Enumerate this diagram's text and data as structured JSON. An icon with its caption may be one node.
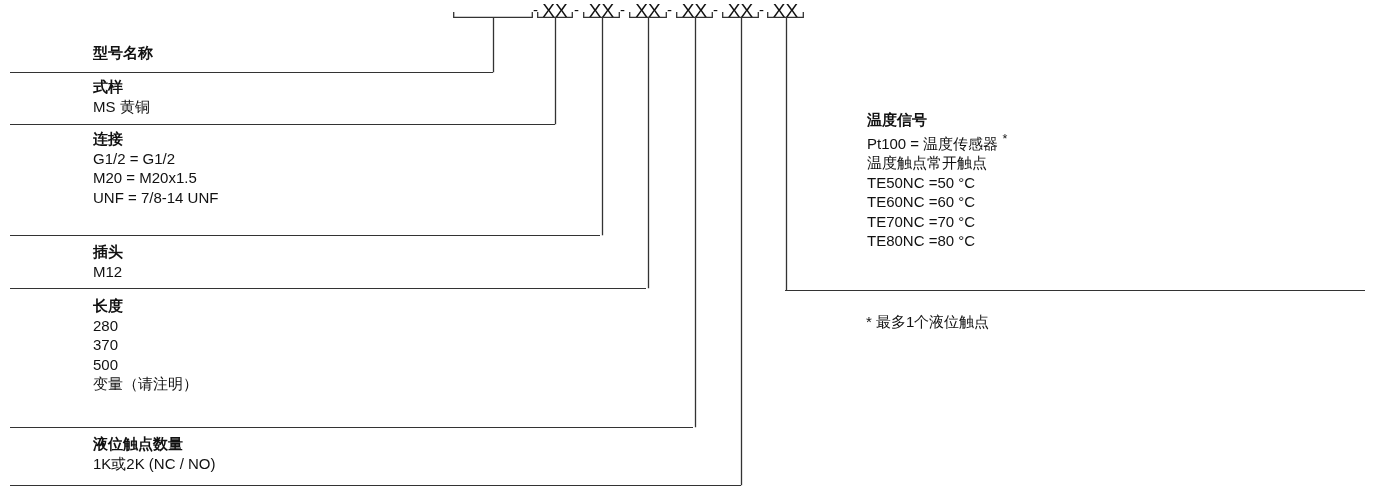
{
  "diagram": {
    "nodes": [
      {
        "text": [],
        "shape": "bracket"
      },
      {
        "text": [
          "XX"
        ]
      },
      {
        "text": [
          "XX"
        ]
      },
      {
        "text": [
          "XX"
        ]
      },
      {
        "text": [
          "XX"
        ]
      },
      {
        "text": [
          "XX"
        ]
      },
      {
        "text": [
          "XX"
        ]
      },
      {
        "text": [
          "型号名称"
        ]
      },
      {
        "text": [
          "式样",
          "MS 黄铜"
        ]
      },
      {
        "text": [
          "连接",
          "G1/2 = G1/2",
          "M20 = M20x1.5",
          "UNF = 7/8-14 UNF"
        ]
      },
      {
        "text": [
          "插头",
          "M12"
        ]
      },
      {
        "text": [
          "长度",
          "280",
          "370",
          "500",
          "变量（请注明）"
        ]
      },
      {
        "text": [
          "液位触点数量",
          "1K或2K (NC / NO)"
        ]
      },
      {
        "text": [
          "温度信号",
          "Pt100 = 温度传感器 $^{*}$",
          "温度触点常开触点",
          "TE50NC =50 °C",
          "TE60NC =60 °C",
          "TE70NC =70 °C",
          "TE80NC =80 °C"
        ]
      }
    ],
    "edges": [
      {
        "from": 0,
        "to": 7,
        "arrow": "none"
      },
      {
        "from": 1,
        "to": 8,
        "arrow": "none"
      },
      {
        "from": 2,
        "to": 9,
        "arrow": "none"
      },
      {
        "from": 3,
        "to": 10,
        "arrow": "none"
      },
      {
        "from": 4,
        "to": 11,
        "arrow": "none"
      },
      {
        "from": 5,
        "to": 12,
        "arrow": "none"
      },
      {
        "from": 6,
        "to": 13,
        "arrow": "none"
      }
    ],
    "labels": [
      "-",
      "-",
      "-",
      "-",
      "-",
      "-",
      "* 最多1个液位触点"
    ]
  }
}
